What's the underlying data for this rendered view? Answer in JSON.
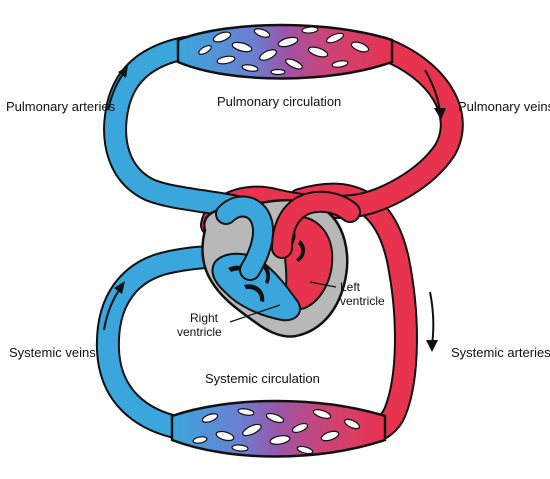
{
  "labels": {
    "pulmonary_arteries": "Pulmonary arteries",
    "pulmonary_circulation": "Pulmonary circulation",
    "pulmonary_veins": "Pulmonary veins",
    "systemic_veins": "Systemic veins",
    "systemic_circulation": "Systemic circulation",
    "systemic_arteries": "Systemic arteries",
    "left_ventricle_1": "Left",
    "left_ventricle_2": "ventricle",
    "right_ventricle_1": "Right",
    "right_ventricle_2": "ventricle"
  },
  "colors": {
    "venous": "#3aa6dc",
    "arterial": "#e8334f",
    "capillary_mix": "#9b55a8",
    "outline": "#111111",
    "heart_tissue": "#b8b8b8"
  }
}
